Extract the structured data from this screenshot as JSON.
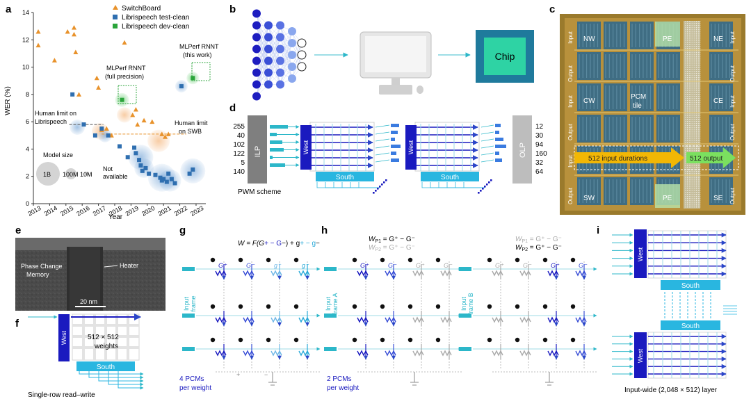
{
  "panels": {
    "a": "a",
    "b": "b",
    "c": "c",
    "d": "d",
    "e": "e",
    "f": "f",
    "g": "g",
    "h": "h",
    "i": "i"
  },
  "panel_a": {
    "legend": {
      "switchboard": "SwitchBoard",
      "test_clean": "Librispeech test-clean",
      "dev_clean": "Librispeech dev-clean"
    },
    "annotations": {
      "rnnt_full_1": "MLPerf RNNT",
      "rnnt_full_2": "(full precision)",
      "rnnt_work_1": "MLPerf RNNT",
      "rnnt_work_2": "(this work)",
      "human_libri_1": "Human limit on",
      "human_libri_2": "Librispeech",
      "human_swb_1": "Human limit",
      "human_swb_2": "on SWB",
      "model_size": "Model size",
      "size_1b": "1B",
      "size_100m": "100M",
      "size_10m": "10M",
      "not_available_1": "Not",
      "not_available_2": "available"
    },
    "colors": {
      "switchboard": "#e8922b",
      "test_clean": "#2f6fb0",
      "dev_clean": "#2aa43a"
    }
  },
  "chart_data": {
    "type": "scatter",
    "xlabel": "Year",
    "ylabel": "WER (%)",
    "xlim": [
      2013,
      2023.6
    ],
    "ylim": [
      0,
      14
    ],
    "xticks": [
      2013,
      2014,
      2015,
      2016,
      2017,
      2018,
      2019,
      2020,
      2021,
      2022,
      2023
    ],
    "yticks": [
      0,
      2,
      4,
      6,
      8,
      10,
      12,
      14
    ],
    "series": [
      {
        "name": "SwitchBoard",
        "marker": "triangle",
        "x": [
          2013.3,
          2013.3,
          2014.3,
          2015.1,
          2015.5,
          2015.5,
          2015.6,
          2015.8,
          2016.9,
          2017.0,
          2017.2,
          2017.5,
          2017.8,
          2018.6,
          2019.1,
          2019.3,
          2019.4,
          2019.8,
          2020.3,
          2020.9,
          2021.1,
          2021.3
        ],
        "y": [
          12.6,
          11.6,
          10.5,
          12.6,
          12.9,
          12.4,
          11.1,
          8.0,
          9.2,
          8.5,
          5.4,
          5.5,
          5.0,
          11.8,
          6.5,
          6.9,
          5.8,
          6.1,
          6.0,
          5.1,
          4.9,
          5.1
        ]
      },
      {
        "name": "Librispeech test-clean",
        "marker": "square",
        "x": [
          2015.4,
          2016.1,
          2016.8,
          2017.2,
          2017.6,
          2018.3,
          2018.8,
          2019.2,
          2019.3,
          2019.5,
          2019.6,
          2019.7,
          2019.9,
          2020.1,
          2020.5,
          2020.8,
          2020.9,
          2021.0,
          2021.2,
          2021.3,
          2021.5,
          2021.7,
          2022.1,
          2022.6,
          2022.8
        ],
        "y": [
          8.0,
          5.8,
          5.0,
          5.5,
          5.0,
          4.2,
          3.4,
          4.1,
          3.7,
          3.2,
          2.8,
          2.4,
          2.6,
          2.2,
          2.1,
          1.9,
          1.7,
          1.8,
          1.6,
          2.2,
          1.8,
          1.5,
          8.6,
          2.2,
          2.5
        ]
      },
      {
        "name": "Librispeech dev-clean",
        "marker": "square",
        "x": [
          2018.45,
          2022.8
        ],
        "y": [
          7.6,
          9.2
        ]
      }
    ],
    "hlines": [
      {
        "label": "Human limit on Librispeech",
        "y": 5.8
      },
      {
        "label": "Human limit on SWB",
        "y": 5.1
      }
    ]
  },
  "panel_b": {
    "chip": "Chip"
  },
  "panel_c": {
    "tiles": {
      "nw": "NW",
      "ne": "NE",
      "pe_top": "PE",
      "cw": "CW",
      "pcm_1": "PCM",
      "pcm_2": "tile",
      "ce": "CE",
      "sw": "SW",
      "pe_bottom": "PE",
      "se": "SE"
    },
    "side": {
      "input": "Input",
      "output": "Output"
    },
    "arrows": {
      "in": "512 input durations",
      "out": "512 output"
    }
  },
  "panel_d": {
    "ilp": "ILP",
    "olp": "OLP",
    "west": "West",
    "south": "South",
    "pwm": "PWM scheme",
    "in_values": [
      "255",
      "40",
      "102",
      "122",
      "5",
      "140"
    ],
    "out_values": [
      "12",
      "30",
      "94",
      "160",
      "32",
      "64"
    ]
  },
  "panel_e": {
    "pcm_1": "Phase Change",
    "pcm_2": "Memory",
    "heater": "Heater",
    "scale": "20 nm"
  },
  "panel_f": {
    "west": "West",
    "weights_1": "512 × 512",
    "weights_2": "weights",
    "south": "South",
    "caption": "Single-row read–write"
  },
  "panel_g": {
    "formula_a": "W = F(G",
    "formula_b": "+ − G",
    "formula_c": "−) + g",
    "formula_d": "+ − g",
    "formula_e": "−",
    "labels": [
      "G⁺",
      "G⁻",
      "g⁺",
      "g⁻"
    ],
    "input_1": "Input",
    "input_2": "frame",
    "caption_1": "4 PCMs",
    "caption_2": "per weight",
    "plus": "+",
    "minus": "−"
  },
  "panel_h": {
    "wp1_a": "W",
    "wp1_sub": "P1",
    "wp1_b": " = G⁺ − G⁻",
    "wp2_a": "W",
    "wp2_sub": "P2",
    "wp2_b": " = G⁺ − G⁻",
    "labels": [
      "G⁺",
      "G⁻"
    ],
    "frame_a_1": "Input",
    "frame_a_2": "frame A",
    "frame_b_1": "Input",
    "frame_b_2": "frame B",
    "caption_1": "2 PCMs",
    "caption_2": "per weight"
  },
  "panel_i": {
    "west": "West",
    "south": "South",
    "caption": "Input-wide (2,048 × 512) layer"
  }
}
